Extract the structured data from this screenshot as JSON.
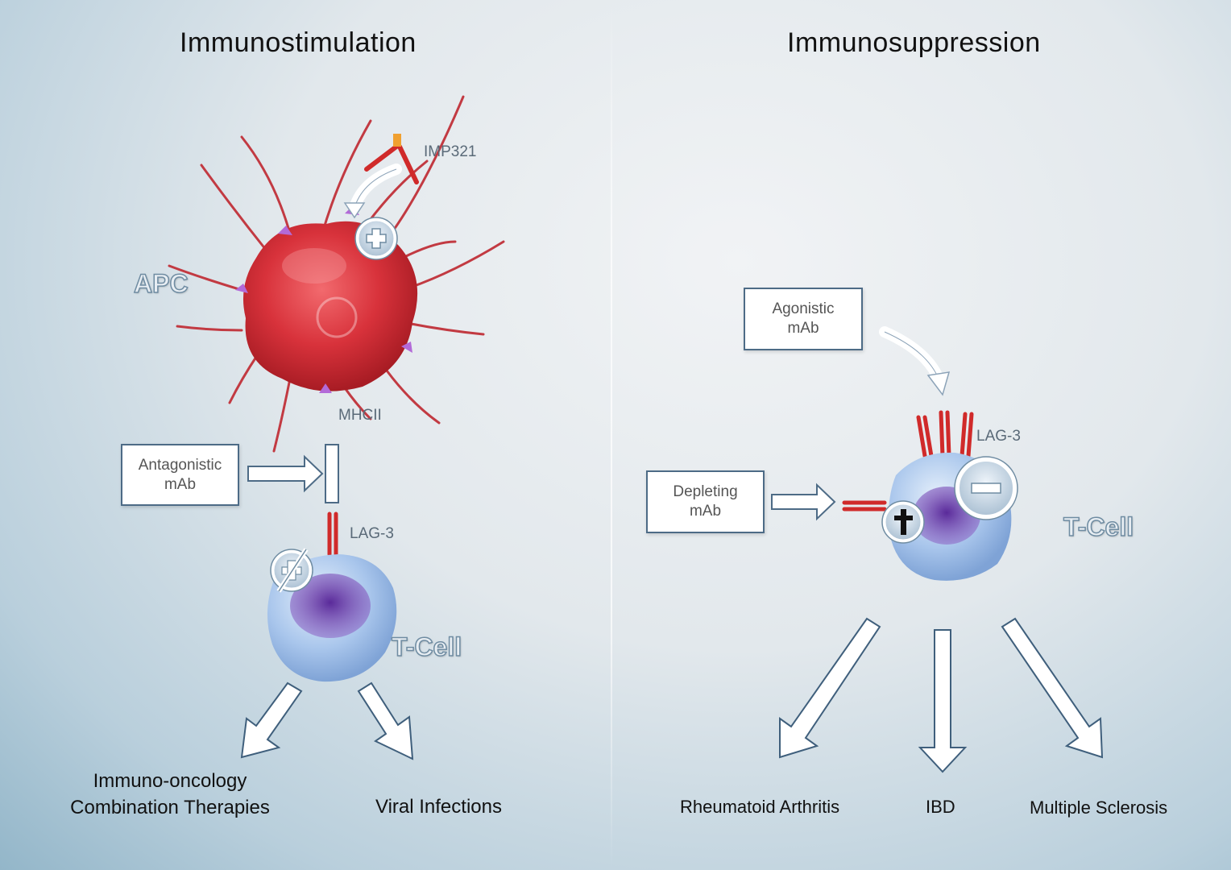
{
  "left": {
    "heading": "Immunostimulation",
    "apc_label": "APC",
    "drug_label": "IMP321",
    "mhc_label": "MHCII",
    "box_label": "Antagonistic\nmAb",
    "lag3_label": "LAG-3",
    "tcell_label": "T-Cell",
    "outcome_1": "Immuno-oncology\nCombination Therapies",
    "outcome_2": "Viral Infections"
  },
  "right": {
    "heading": "Immunosuppression",
    "box_agonistic": "Agonistic\nmAb",
    "box_depleting": "Depleting\nmAb",
    "lag3_label": "LAG-3",
    "tcell_label": "T-Cell",
    "outcome_1": "Rheumatoid Arthritis",
    "outcome_2": "IBD",
    "outcome_3": "Multiple Sclerosis"
  },
  "colors": {
    "apc_red": "#d8323b",
    "tcell_blue": "#9fbfe8",
    "nucleus_purple": "#6a3fa6",
    "arrow_stroke": "#3f5f7c",
    "lag3_red": "#d02a2a"
  },
  "icons": [
    "plus-icon",
    "minus-icon",
    "blocked-icon",
    "cross-icon"
  ]
}
